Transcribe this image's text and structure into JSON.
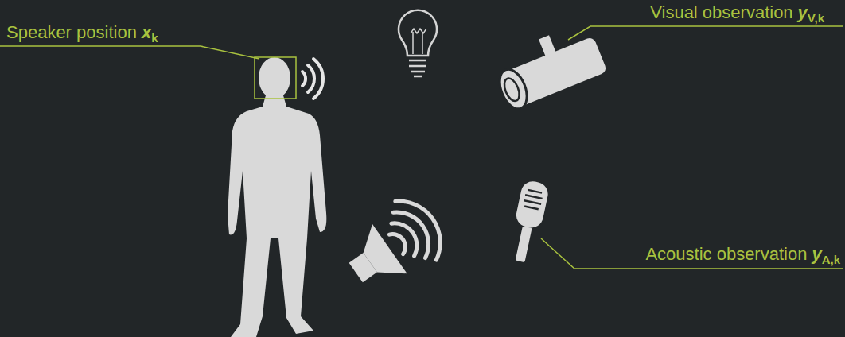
{
  "diagram": {
    "labels": [
      "Speaker position",
      "x",
      "k",
      "Visual observation",
      "y",
      "V,k",
      "Acoustic observation",
      "y",
      "A,k"
    ]
  }
}
